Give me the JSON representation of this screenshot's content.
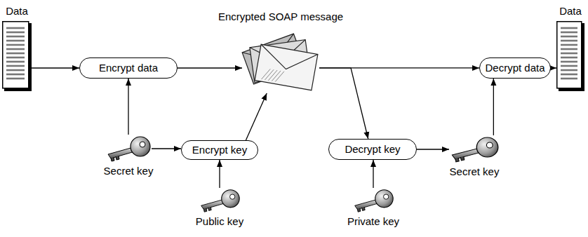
{
  "diagram": {
    "nodes": [
      {
        "text": [
          "Data"
        ]
      },
      {
        "text": [
          "Encrypt data"
        ]
      },
      {
        "text": [
          "Encrypted SOAP message"
        ]
      },
      {
        "text": [
          "Decrypt data"
        ]
      },
      {
        "text": [
          "Data"
        ]
      },
      {
        "text": [
          "Secret key"
        ]
      },
      {
        "text": [
          "Encrypt key"
        ]
      },
      {
        "text": [
          "Decrypt key"
        ]
      },
      {
        "text": [
          "Secret key"
        ]
      },
      {
        "text": [
          "Public key"
        ]
      },
      {
        "text": [
          "Private key"
        ]
      }
    ],
    "edges": [
      {
        "from": 0,
        "to": 1,
        "arrow": "to"
      },
      {
        "from": 1,
        "to": 2,
        "arrow": "to"
      },
      {
        "from": 5,
        "to": 1,
        "arrow": "to"
      },
      {
        "from": 5,
        "to": 6,
        "arrow": "to"
      },
      {
        "from": 9,
        "to": 6,
        "arrow": "to"
      },
      {
        "from": 6,
        "to": 2,
        "arrow": "to"
      },
      {
        "from": 2,
        "to": 3,
        "arrow": "to"
      },
      {
        "from": 2,
        "to": 7,
        "arrow": "to"
      },
      {
        "from": 7,
        "to": 8,
        "arrow": "to"
      },
      {
        "from": 8,
        "to": 3,
        "arrow": "to"
      },
      {
        "from": 3,
        "to": 4,
        "arrow": "to"
      },
      {
        "from": 10,
        "to": 7,
        "arrow": "to"
      }
    ]
  }
}
